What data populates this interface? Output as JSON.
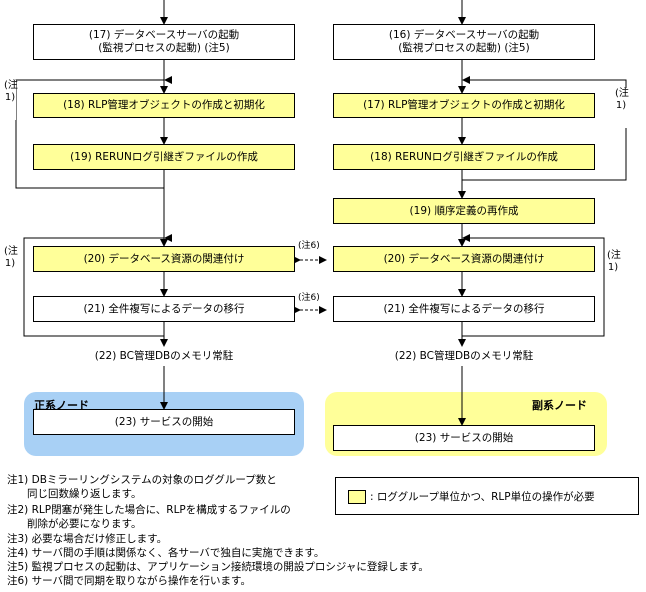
{
  "left": {
    "b17": [
      "(17) データベースサーバの起動",
      "(監視プロセスの起動) (注5)"
    ],
    "b18": "(18) RLP管理オブジェクトの作成と初期化",
    "b19": "(19) RERUNログ引継ぎファイルの作成",
    "b20": "(20) データベース資源の関連付け",
    "b21": "(21) 全件複写によるデータの移行",
    "b22": "(22) BC管理DBのメモリ常駐",
    "b23": "(23) サービスの開始",
    "node_label": "正系ノード",
    "note_a": "(注1)",
    "note_b": "(注1)"
  },
  "right": {
    "b16": [
      "(16) データベースサーバの起動",
      "(監視プロセスの起動) (注5)"
    ],
    "b17": "(17) RLP管理オブジェクトの作成と初期化",
    "b18": "(18) RERUNログ引継ぎファイルの作成",
    "b19": "(19) 順序定義の再作成",
    "b20": "(20) データベース資源の関連付け",
    "b21": "(21) 全件複写によるデータの移行",
    "b22": "(22) BC管理DBのメモリ常駐",
    "b23": "(23) サービスの開始",
    "node_label": "副系ノード",
    "note_a": "(注1)",
    "note_b": "(注1)"
  },
  "links": {
    "note6a": "(注6)",
    "note6b": "(注6)"
  },
  "legend": {
    "text": ": ロググループ単位かつ、RLP単位の操作が必要"
  },
  "notes": [
    "注1) DBミラーリングシステムの対象のロググループ数と",
    "      同じ回数繰り返します。",
    "注2) RLP閉塞が発生した場合に、RLPを構成するファイルの",
    "      削除が必要になります。",
    "注3) 必要な場合だけ修正します。",
    "注4) サーバ間の手順は関係なく、各サーバで独自に実施できます。",
    "注5) 監視プロセスの起動は、アプリケーション接続環境の開設プロシジャに登録します。",
    "注6) サーバ間で同期を取りながら操作を行います。"
  ],
  "colors": {
    "yellow": "#ffff99",
    "primary_node": "#99ccff",
    "secondary_node": "#ffff99"
  }
}
